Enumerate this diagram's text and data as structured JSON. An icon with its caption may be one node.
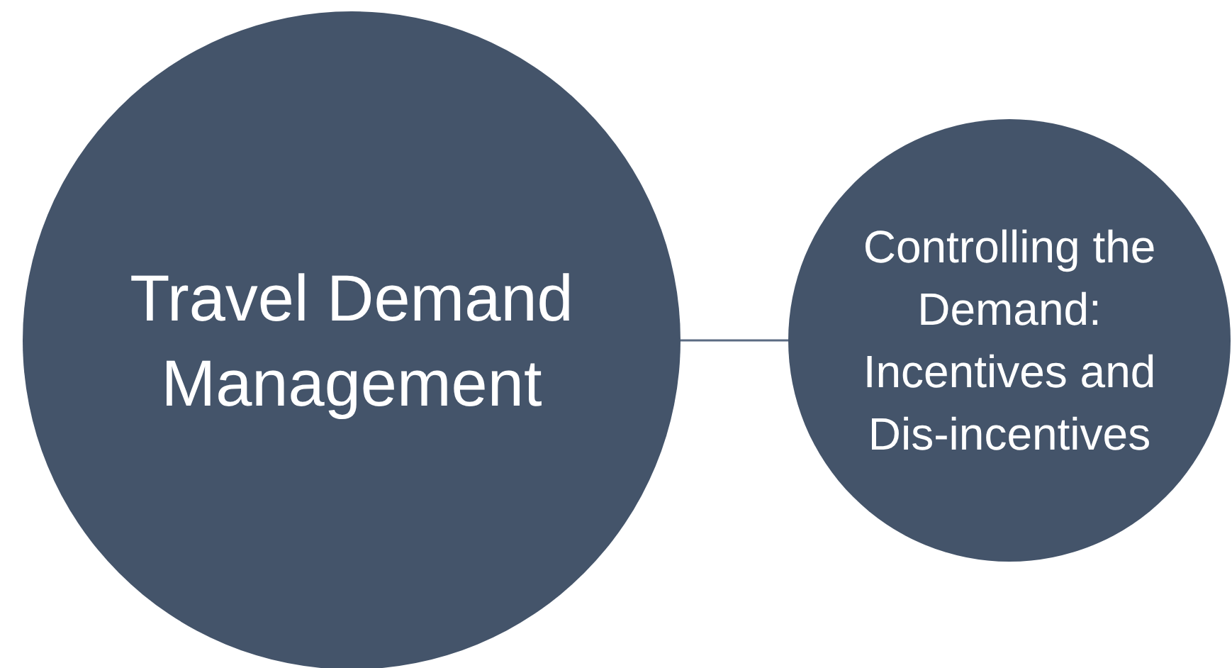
{
  "diagram": {
    "nodes": [
      {
        "text": [
          "Travel Demand Management"
        ]
      },
      {
        "text": [
          "Controlling the Demand: Incentives and Dis-incentives"
        ]
      }
    ],
    "edges": [
      {
        "from": 0,
        "to": 1,
        "arrow": "none"
      }
    ]
  }
}
